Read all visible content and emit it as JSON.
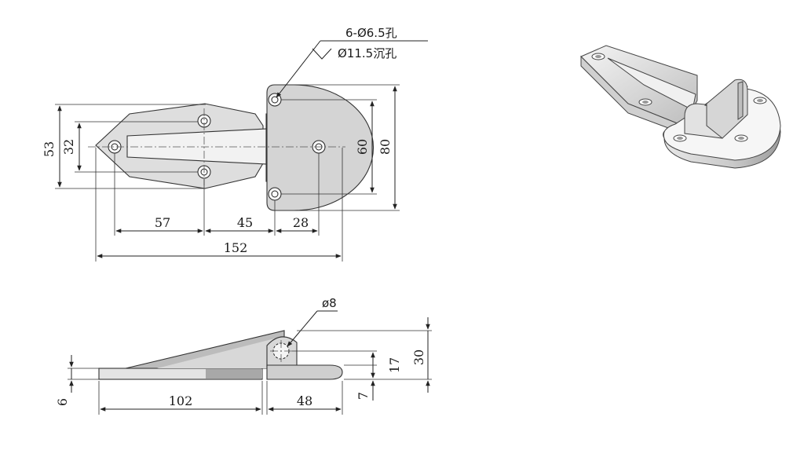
{
  "callouts": {
    "holes_line1": "6-Ø6.5孔",
    "holes_line2": "Ø11.5沉孔",
    "pin": "ø8"
  },
  "top_view_dims": {
    "height_outer": "53",
    "height_inner": "32",
    "seg_a": "57",
    "seg_b": "45",
    "seg_c": "28",
    "overall_len": "152",
    "hole_pitch": "60",
    "plate_height": "80"
  },
  "side_view_dims": {
    "thickness": "6",
    "arm_len": "102",
    "plate_len": "48",
    "pin_height": "17",
    "base_thk": "7",
    "overall_height": "30"
  },
  "colors": {
    "fill_light": "#e6e6e6",
    "fill_mid": "#d2d2d2",
    "fill_dark": "#a9a9a9",
    "line": "#222222"
  }
}
